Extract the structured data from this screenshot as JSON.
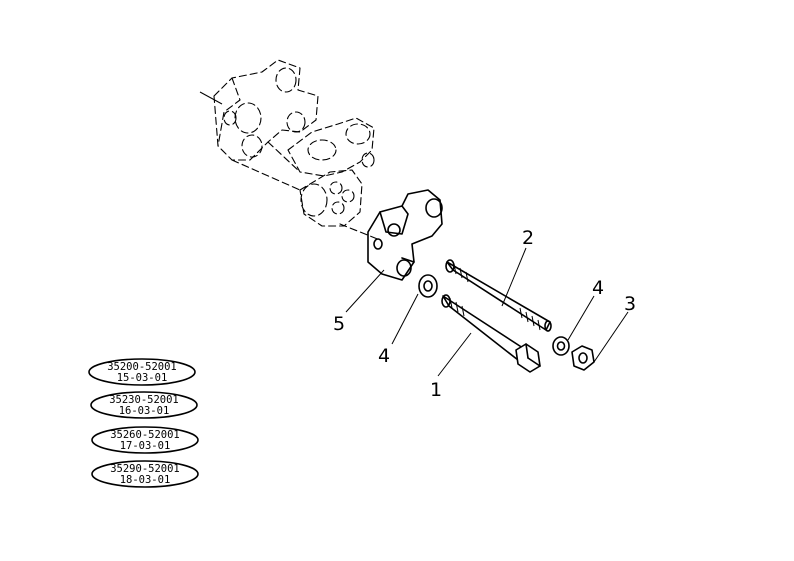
{
  "callouts": {
    "c1": "1",
    "c2": "2",
    "c3": "3",
    "c4a": "4",
    "c4b": "4",
    "c5": "5"
  },
  "references": [
    {
      "part": "35200-52001",
      "date": "15-03-01"
    },
    {
      "part": "35230-52001",
      "date": "16-03-01"
    },
    {
      "part": "35260-52001",
      "date": "17-03-01"
    },
    {
      "part": "35290-52001",
      "date": "18-03-01"
    }
  ]
}
